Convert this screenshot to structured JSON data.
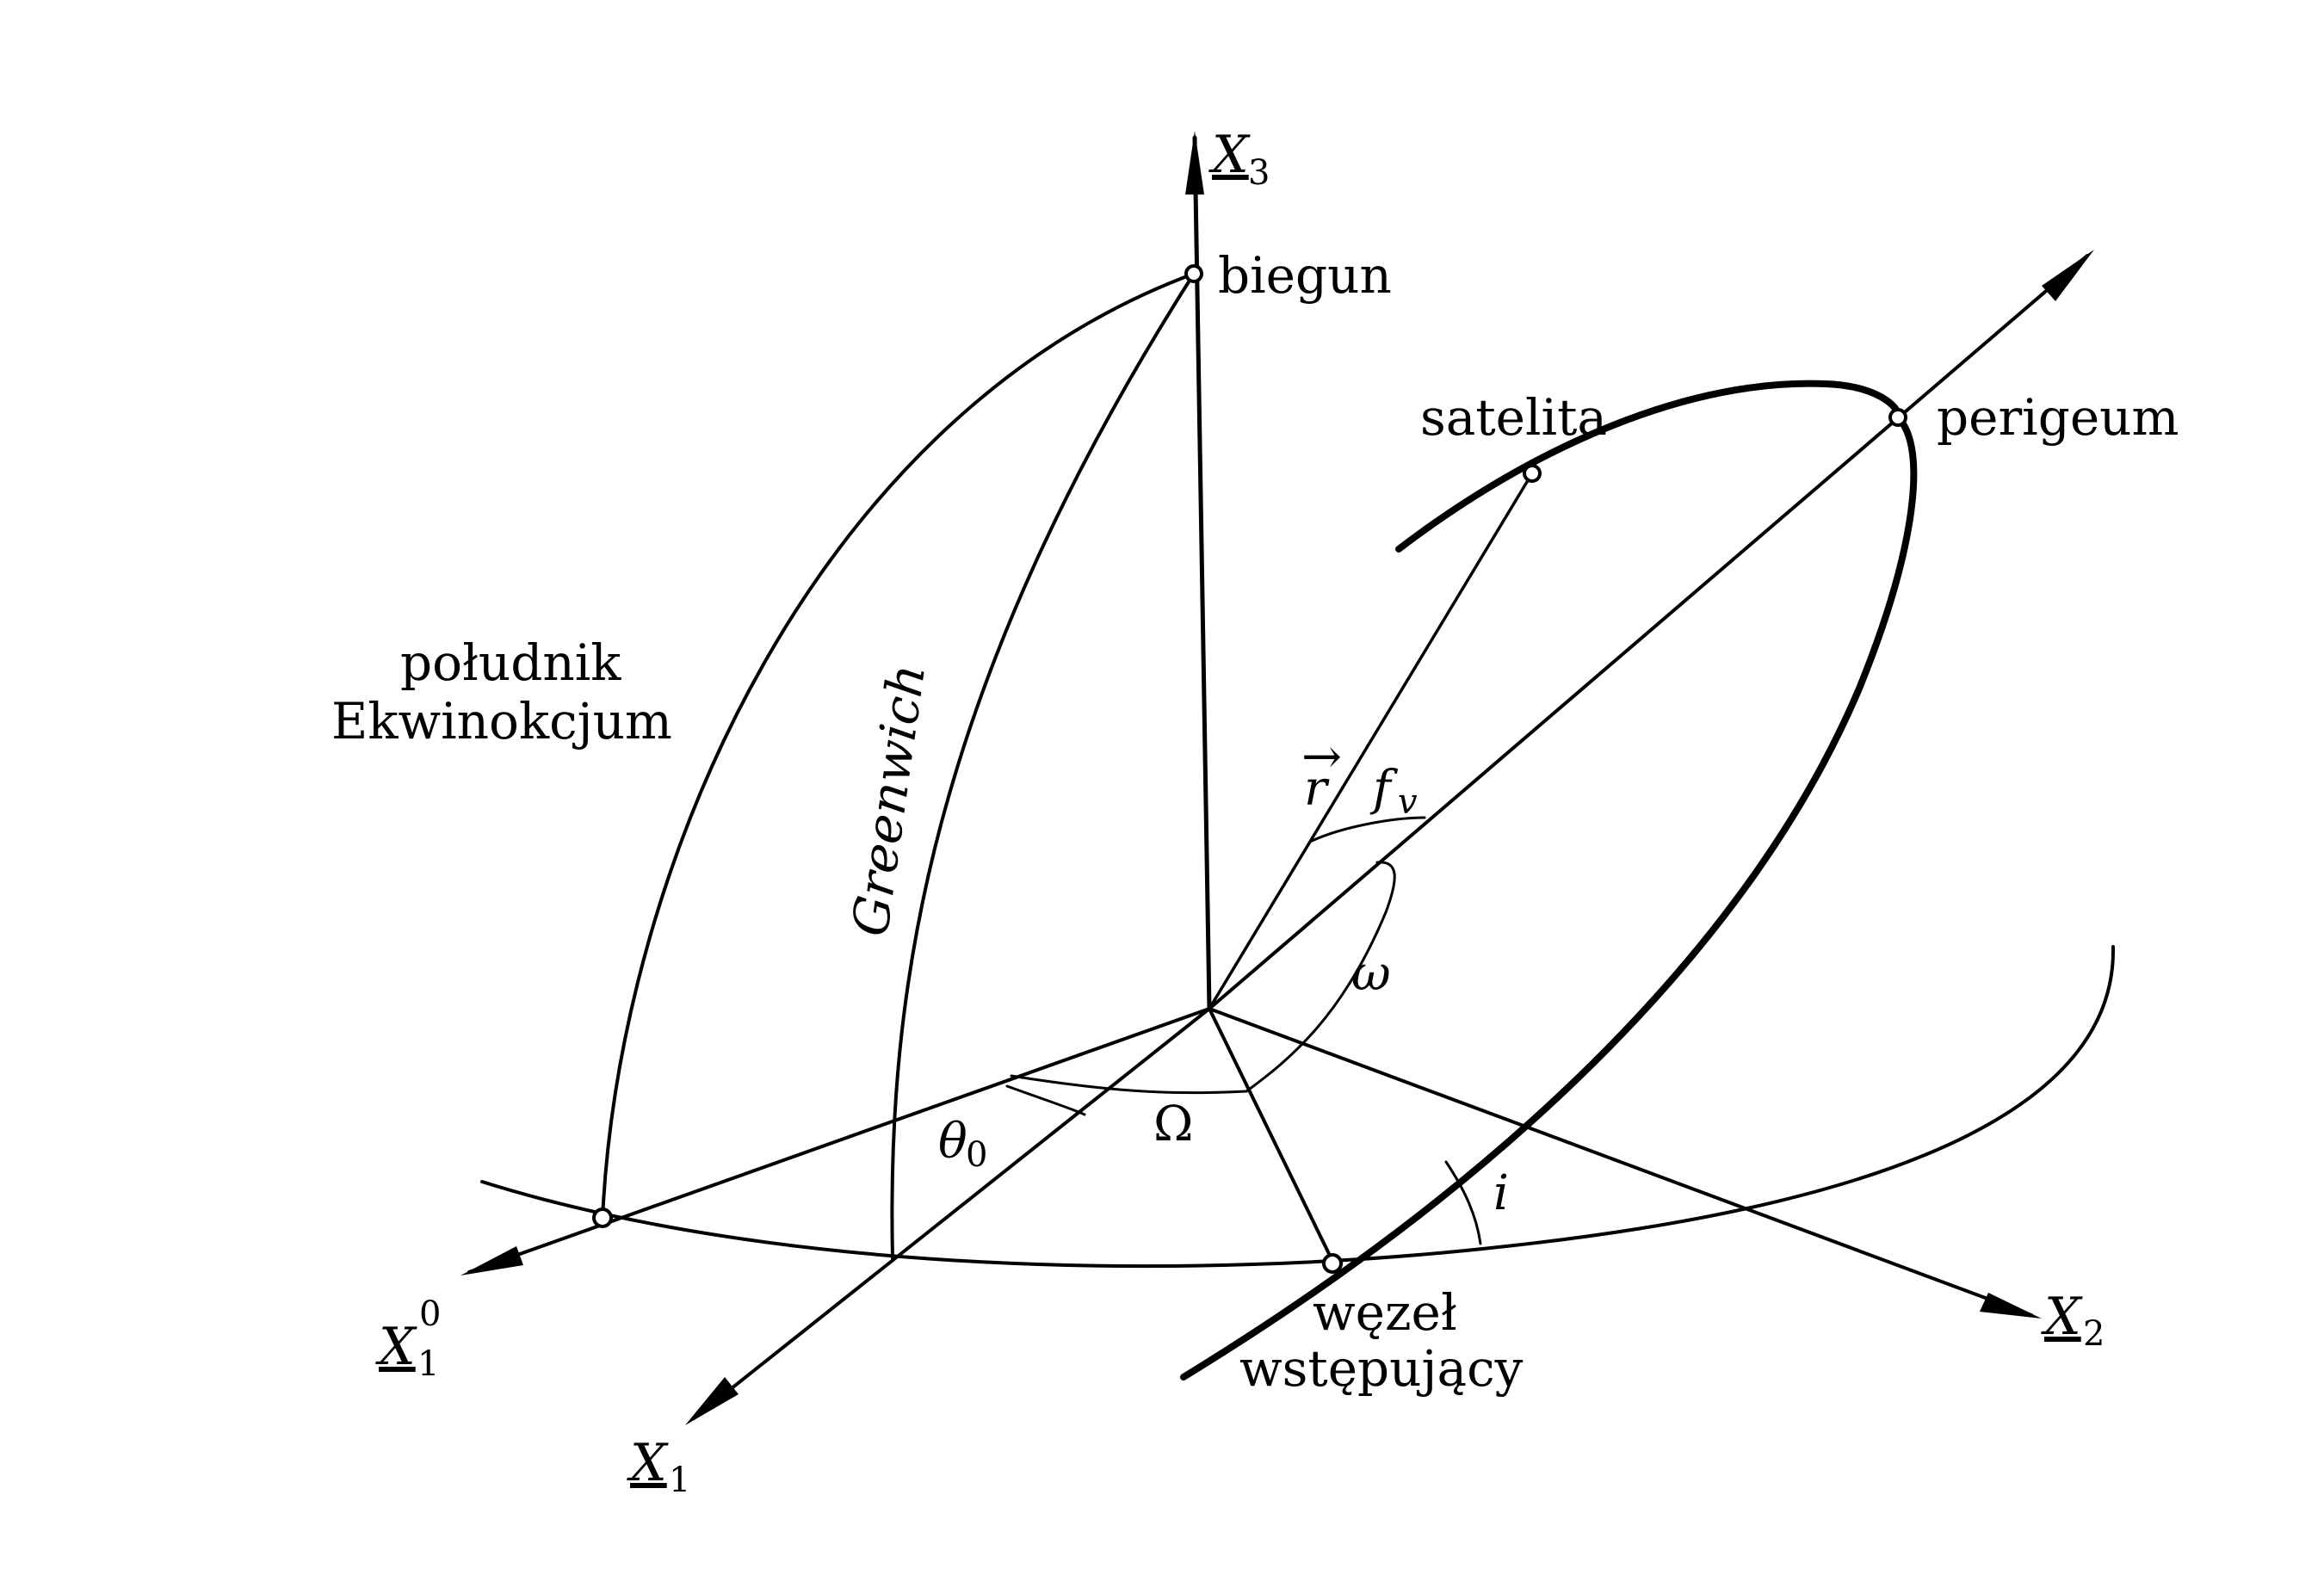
{
  "labels": {
    "x3": "X",
    "x3_sub": "3",
    "x1": "X",
    "x1_sub": "1",
    "x2": "X",
    "x2_sub": "2",
    "x10": "X",
    "x10_sub": "1",
    "x10_sup": "0",
    "pole": "biegun",
    "satellite": "satelita",
    "perigee": "perigeum",
    "meridian_line1": "południk",
    "meridian_line2": "Ekwinokcjum",
    "greenwich": "Greenwich",
    "r_vector": "r",
    "r_arrow": "→",
    "fv": "f",
    "fv_sub": "v",
    "omega_small": "ω",
    "omega_capital": "Ω",
    "theta": "θ",
    "theta_sub": "0",
    "inclination": "i",
    "node_line1": "węzeł",
    "node_line2": "wstępujący"
  }
}
